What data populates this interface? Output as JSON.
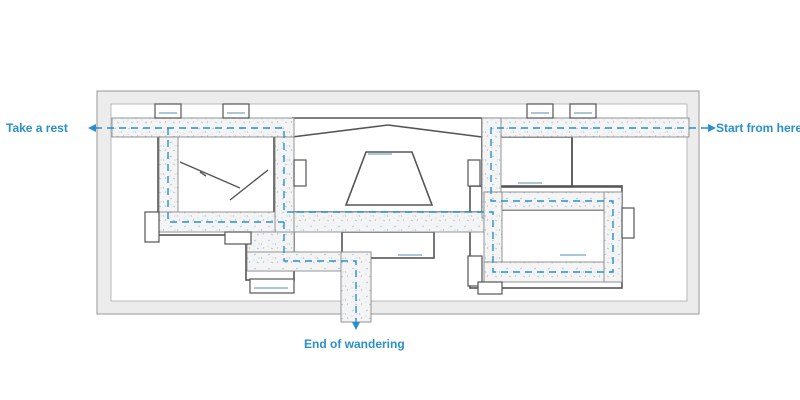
{
  "labels": {
    "take_rest": "Take a rest",
    "start": "Start from here",
    "end": "End of wandering"
  },
  "colors": {
    "route": "#2a8fce",
    "label": "#2a8fce",
    "corridor_fill": "#f4f4f4",
    "speckle": "#9ec8e0",
    "wall": "#555555",
    "slab": "#ececec",
    "window": "#a8c8d8"
  },
  "icons": {
    "arrow_left": "arrow-left-icon",
    "arrow_right": "arrow-right-icon",
    "arrow_down": "arrow-down-icon"
  }
}
